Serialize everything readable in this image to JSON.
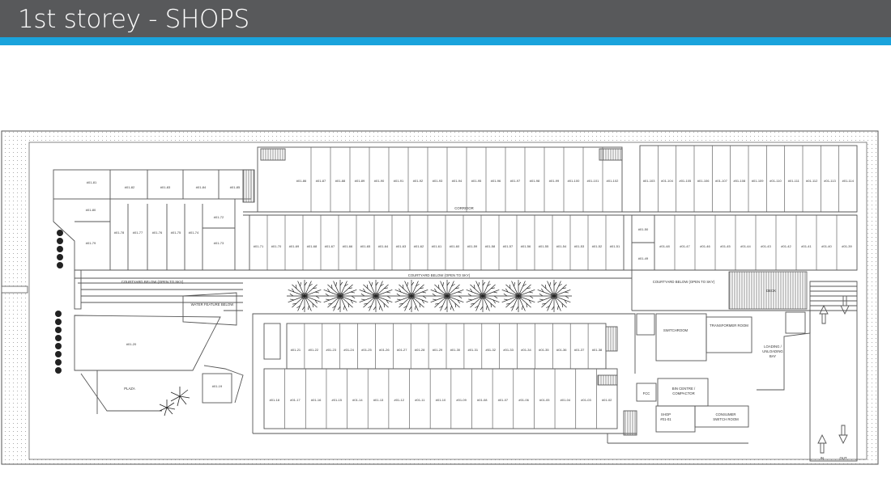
{
  "header": {
    "title": "1st storey - SHOPS",
    "background_color": "#58595b",
    "accent_color": "#1aa3dc",
    "text_color": "#ffffff"
  },
  "plan": {
    "labels": {
      "corridor": "CORRIDOR",
      "courtyard_left": "COURTYARD BELOW (OPEN TO SKY)",
      "courtyard_center": "COURTYARD BELOW (OPEN TO SKY)",
      "courtyard_right": "COURTYARD BELOW (OPEN TO SKY)",
      "water_feature": "WATER FEATURE BELOW",
      "plaza": "PLAZA",
      "deck": "DECK",
      "switchroom": "SWITCHROOM",
      "transformer": "TRANSFORMER ROOM",
      "loading_1": "LOADING /",
      "loading_2": "UNLOADING",
      "loading_3": "BAY",
      "bin_1": "BIN CENTRE /",
      "bin_2": "COMPACTOR",
      "consumer_1": "CONSUMER",
      "consumer_2": "SWITCH ROOM",
      "fcc": "FCC",
      "shop_1": "SHOP",
      "shop_2": "#01-01",
      "arrow_in": "IN",
      "arrow_out": "OUT"
    },
    "units": {
      "left_top": [
        "#01-81",
        "#01-82",
        "#01-83",
        "#01-84",
        "#01-85"
      ],
      "left_mid": [
        "#01-80",
        "#01-72",
        "#01-73",
        "#01-79",
        "#01-78",
        "#01-77",
        "#01-76",
        "#01-75",
        "#01-74"
      ],
      "top_row": [
        "#01-86",
        "#01-87",
        "#01-88",
        "#01-89",
        "#01-90",
        "#01-91",
        "#01-92",
        "#01-93",
        "#01-94",
        "#01-95",
        "#01-96",
        "#01-97",
        "#01-98",
        "#01-99",
        "#01-100",
        "#01-101",
        "#01-102"
      ],
      "top_right_row": [
        "#01-103",
        "#01-104",
        "#01-105",
        "#01-106",
        "#01-107",
        "#01-108",
        "#01-109",
        "#01-110",
        "#01-111",
        "#01-112",
        "#01-113",
        "#01-114"
      ],
      "mid_row": [
        "#01-71",
        "#01-70",
        "#01-69",
        "#01-68",
        "#01-67",
        "#01-66",
        "#01-65",
        "#01-64",
        "#01-63",
        "#01-62",
        "#01-61",
        "#01-60",
        "#01-59",
        "#01-58",
        "#01-57",
        "#01-56",
        "#01-55",
        "#01-54",
        "#01-53",
        "#01-52",
        "#01-51"
      ],
      "mid_right_side": [
        "#01-50",
        "#01-49"
      ],
      "mid_right_row": [
        "#01-48",
        "#01-47",
        "#01-46",
        "#01-45",
        "#01-44",
        "#01-43",
        "#01-42",
        "#01-41",
        "#01-40",
        "#01-39"
      ],
      "bottom_upper_row": [
        "#01-21",
        "#01-22",
        "#01-23",
        "#01-24",
        "#01-25",
        "#01-26",
        "#01-27",
        "#01-28",
        "#01-29",
        "#01-30",
        "#01-31",
        "#01-32",
        "#01-33",
        "#01-34",
        "#01-35",
        "#01-36",
        "#01-37",
        "#01-38"
      ],
      "bottom_lower_row": [
        "#01-18",
        "#01-17",
        "#01-16",
        "#01-15",
        "#01-14",
        "#01-13",
        "#01-12",
        "#01-11",
        "#01-10",
        "#01-09",
        "#01-08",
        "#01-07",
        "#01-06",
        "#01-05",
        "#01-04",
        "#01-03",
        "#01-02"
      ],
      "plaza_units": [
        "#01-20",
        "#01-19"
      ]
    }
  }
}
